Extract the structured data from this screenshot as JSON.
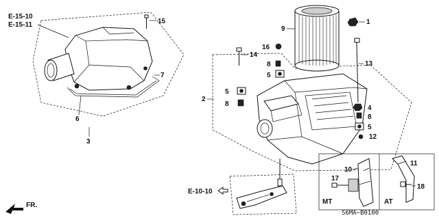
{
  "diagram": {
    "code": "S6MA−B0100",
    "ref_e15_10": "E-15-10",
    "ref_e15_11": "E-15-11",
    "ref_e10_10": "E-10-10",
    "fr_label": "FR.",
    "mt_label": "MT",
    "at_label": "AT"
  },
  "callouts": {
    "c1": "1",
    "c2": "2",
    "c3": "3",
    "c4": "4",
    "c5a": "5",
    "c5b": "5",
    "c5c": "5",
    "c6": "6",
    "c7": "7",
    "c8a": "8",
    "c8b": "8",
    "c8c": "8",
    "c9": "9",
    "c10": "10",
    "c11": "11",
    "c12": "12",
    "c13": "13",
    "c14": "14",
    "c15": "15",
    "c16": "16",
    "c17": "17",
    "c18": "18"
  }
}
